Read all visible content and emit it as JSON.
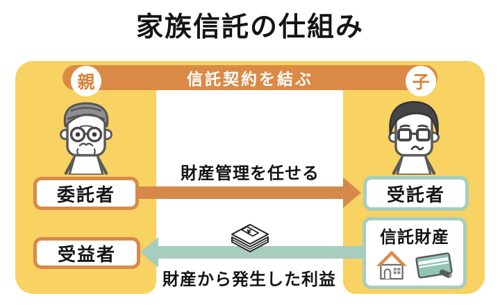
{
  "title": "家族信託の仕組み",
  "banner": {
    "label": "信託契約を結ぶ",
    "parent_badge": "親",
    "child_badge": "子"
  },
  "people": {
    "parent": "elderly-parent-icon",
    "child": "adult-child-icon"
  },
  "roles": {
    "settlor": "委託者",
    "trustee": "受託者",
    "beneficiary": "受益者"
  },
  "property_box": {
    "label": "信託財産",
    "icons": [
      "house-icon",
      "bankbook-icon"
    ]
  },
  "flows": {
    "entrust": {
      "label": "財産管理を任せる",
      "direction": "parent-to-child",
      "color": "#D6894A"
    },
    "profit": {
      "label": "財産から発生した利益",
      "direction": "child-to-parent",
      "color": "#A6CDBE",
      "icon": "money-stack-icon"
    }
  },
  "colors": {
    "panel_yellow": "#F8D262",
    "accent_orange": "#DB8A46",
    "accent_teal": "#A5CEC0",
    "text_black": "#141414",
    "white": "#FFFFFF"
  }
}
